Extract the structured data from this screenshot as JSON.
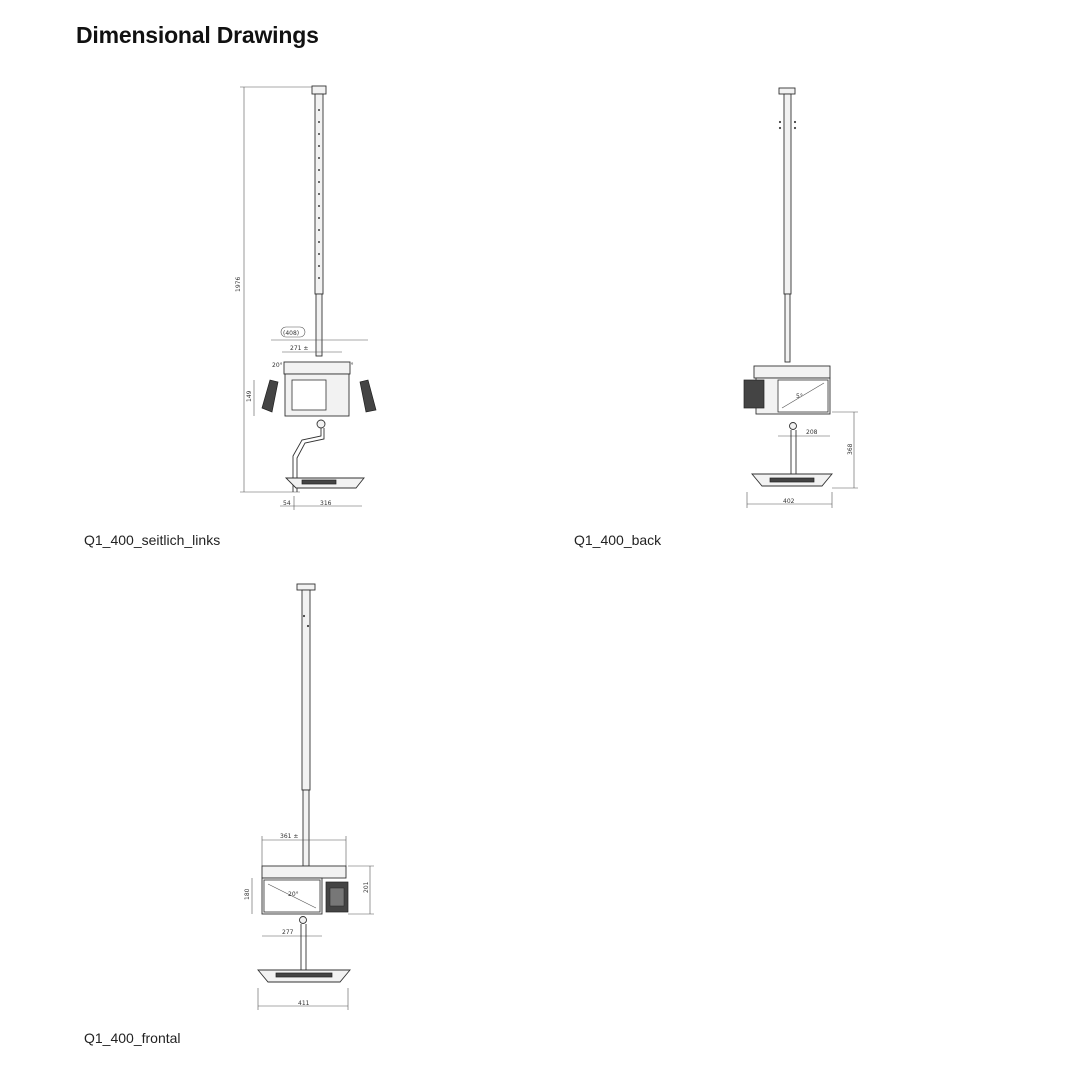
{
  "page": {
    "title": "Dimensional Drawings"
  },
  "drawings": [
    {
      "caption": "Q1_400_seitlich_links",
      "dims": {
        "height": "1976",
        "width_paren": "(408)",
        "width_a": "271 ±",
        "angle_left": "20°",
        "angle_right": "35°",
        "side": "149",
        "bottom_a": "54",
        "bottom_b": "316"
      }
    },
    {
      "caption": "Q1_400_back",
      "dims": {
        "angle": "5°",
        "mid": "208",
        "side": "368",
        "bottom": "402"
      }
    },
    {
      "caption": "Q1_400_frontal",
      "dims": {
        "top": "361 ±",
        "angle": "20°",
        "left": "180",
        "right": "201",
        "mid": "277",
        "bottom": "411"
      }
    }
  ]
}
